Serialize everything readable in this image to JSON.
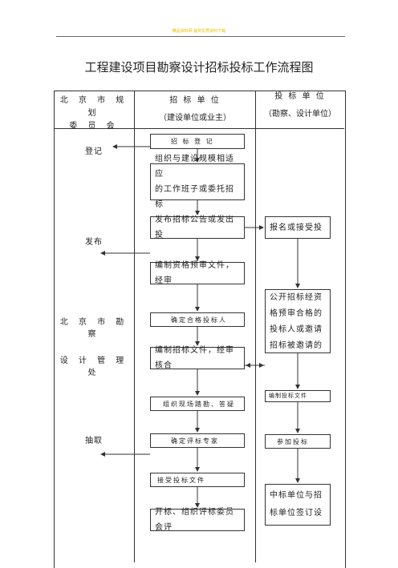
{
  "header": {
    "link_text": "精品资料网 提供优质资料下载",
    "title": "工程建设项目勘察设计招标投标工作流程图"
  },
  "columns": {
    "left": {
      "line1": "北 京 市 规 划",
      "line2": "委 员 会"
    },
    "middle": {
      "line1": "招 标 单 位",
      "line2": "（建设单位或业主）"
    },
    "right": {
      "line1": "投 标 单 位",
      "line2": "（勘察、设计单位）"
    }
  },
  "left_column": {
    "register_label": "登记",
    "publish_label": "发布",
    "dept_line1": "北 京 市 勘 察",
    "dept_line2": "设 计 管 理 处",
    "extract_label": "抽取"
  },
  "middle_steps": [
    "招 标 登 记",
    "组织与建设规模相适应",
    "的工作班子或委托招标",
    "发布招标公告或发出投",
    "编制资格预审文件，经审",
    "确定合格投标人",
    "编制招标文件，经审核合",
    "组织现场踏勘、答疑",
    "确定评标专家",
    "接受投标文件",
    "开标、组织评标委员会评"
  ],
  "right_steps": [
    "报名或接受投",
    "公开招标经资",
    "格预审合格的",
    "投标人或邀请",
    "招标被邀请的",
    "编制投标文件",
    "参加投标",
    "中标单位与招",
    "标单位签订设"
  ]
}
